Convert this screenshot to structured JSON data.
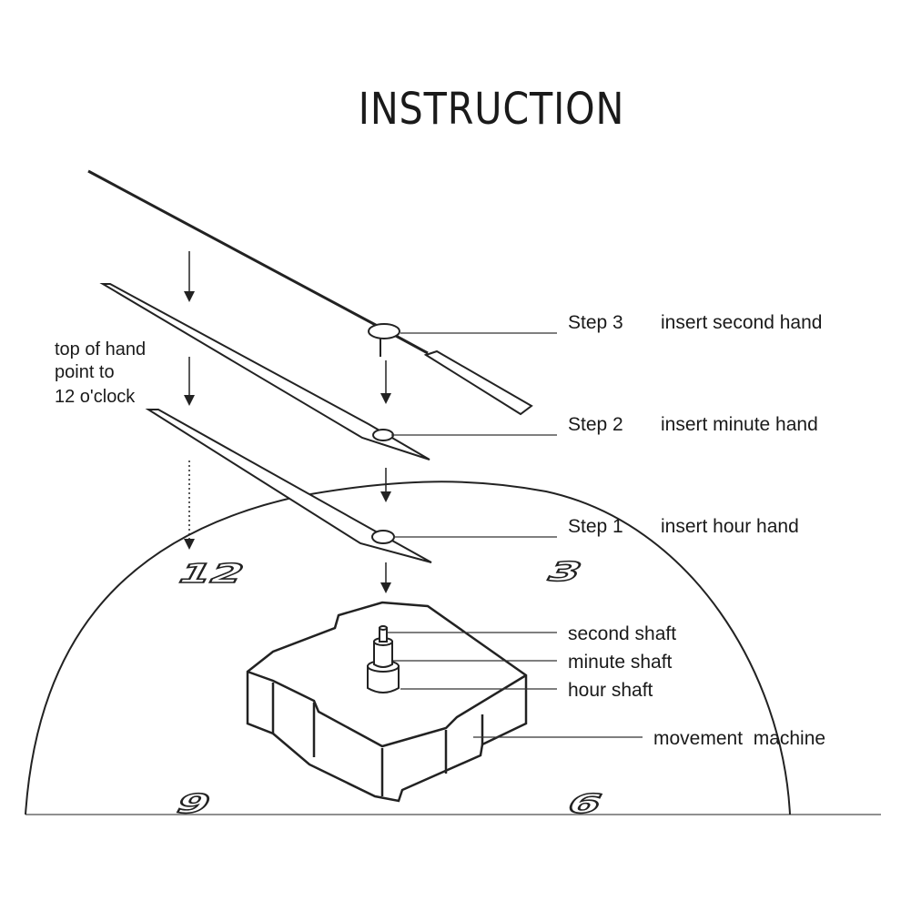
{
  "title": "INSTRUCTION",
  "steps": [
    {
      "step": "Step 3",
      "action": "insert second hand"
    },
    {
      "step": "Step 2",
      "action": "insert minute hand"
    },
    {
      "step": "Step 1",
      "action": "insert hour hand"
    }
  ],
  "shafts": {
    "second": "second shaft",
    "minute": "minute shaft",
    "hour": "hour shaft"
  },
  "movement": "movement  machine",
  "note": {
    "line1": "top of hand",
    "line2": "point to",
    "line3": "12 o'clock"
  },
  "dial_numerals": {
    "n12": "12",
    "n3": "3",
    "n9": "9",
    "n6": "6"
  }
}
